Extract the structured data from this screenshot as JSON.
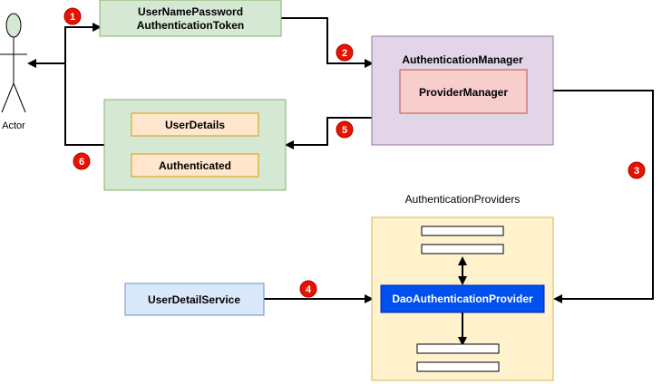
{
  "actor": {
    "label": "Actor"
  },
  "token_box": {
    "line1": "UserNamePassword",
    "line2": "AuthenticationToken"
  },
  "auth_manager": {
    "title": "AuthenticationManager",
    "provider_manager": "ProviderManager"
  },
  "result_box": {
    "user_details": "UserDetails",
    "authenticated": "Authenticated"
  },
  "providers": {
    "title": "AuthenticationProviders",
    "dao": "DaoAuthenticationProvider"
  },
  "user_detail_service": {
    "label": "UserDetailService"
  },
  "steps": [
    "1",
    "2",
    "3",
    "4",
    "5",
    "6"
  ],
  "colors": {
    "green_fill": "#d5e8d4",
    "green_stroke": "#82b366",
    "purple_fill": "#e1d5e7",
    "purple_stroke": "#9673a6",
    "red_fill": "#f8cecc",
    "red_stroke": "#b85450",
    "orange_fill": "#ffe6cc",
    "orange_stroke": "#d79b00",
    "yellow_fill": "#fff2cc",
    "yellow_stroke": "#d6b656",
    "blue_fill": "#dae8fc",
    "blue_stroke": "#6c8ebf",
    "dao_fill": "#0050ef",
    "dao_stroke": "#001dbc",
    "badge": "#e51400"
  }
}
